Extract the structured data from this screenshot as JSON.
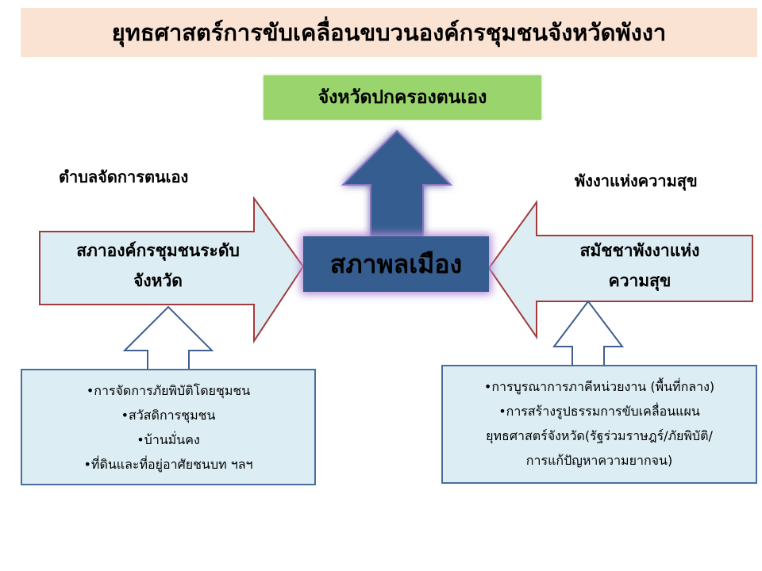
{
  "title": "ยุทธศาสตร์การขับเคลื่อนขบวนองค์กรชุมชนจังหวัดพังงา",
  "top_goal": "จังหวัดปกครองตนเอง",
  "left_label": "ตำบลจัดการตนเอง",
  "right_label": "พังงาแห่งความสุข",
  "center": "สภาพลเมือง",
  "left_arrow": {
    "line1": "สภาองค์กรชุมชนระดับ",
    "line2": "จังหวัด"
  },
  "right_arrow": {
    "line1": "สมัชชาพังงาแห่ง",
    "line2": "ความสุข"
  },
  "left_list": [
    "•การจัดการภัยพิบัติโดยชุมชน",
    "•สวัสดิการชุมชน",
    "•บ้านมั่นคง",
    "•ที่ดินและที่อยู่อาศัยชนบท ฯลฯ"
  ],
  "right_list": [
    "•การบูรณาการภาคีหน่วยงาน (พื้นที่กลาง)",
    "•การสร้างรูปธรรมการขับเคลื่อนแผน",
    "ยุทธศาสตร์จังหวัด(รัฐร่วมราษฎร์/ภัยพิบัติ/",
    "การแก้ปัญหาความยากจน)"
  ],
  "colors": {
    "title_bg": "#fbe3d4",
    "goal_bg": "#9ad46d",
    "center_bg": "#355d8f",
    "arrow_fill": "#dcedf3",
    "arrow_border": "#a33b3b",
    "up_arrow_border": "#3f5f8f",
    "up_arrow_fill": "#355d8f",
    "glow": "#b58ad6"
  }
}
